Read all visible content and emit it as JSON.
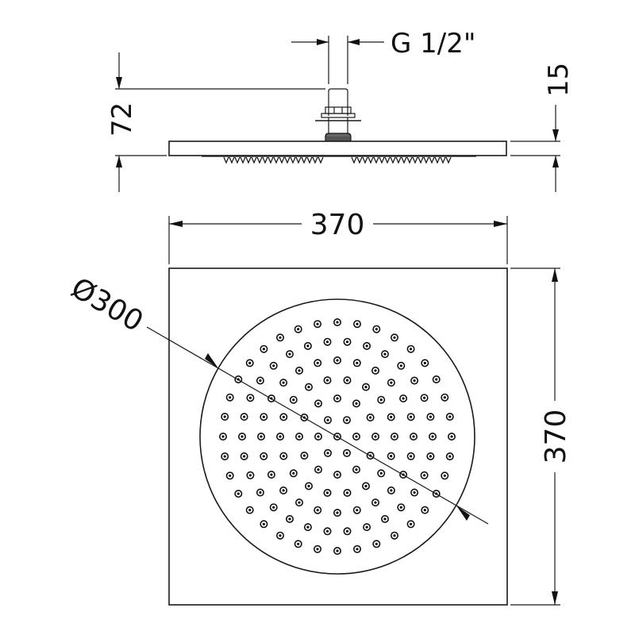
{
  "drawing": {
    "title": "Square shower head technical drawing",
    "units": "mm",
    "colors": {
      "line": "#1a1a1a",
      "background": "#ffffff"
    }
  },
  "side_view": {
    "thread_label": "G 1/2\"",
    "height_total_label": "72",
    "plate_thickness_label": "15"
  },
  "top_view": {
    "width_label": "370",
    "depth_label": "370",
    "diameter_label": "Ø300",
    "nozzle_rings": [
      {
        "radius": 0,
        "count": 1
      },
      {
        "radius": 24,
        "count": 6
      },
      {
        "radius": 48,
        "count": 12
      },
      {
        "radius": 72,
        "count": 18
      },
      {
        "radius": 96,
        "count": 24
      },
      {
        "radius": 120,
        "count": 30
      },
      {
        "radius": 144,
        "count": 36
      }
    ]
  }
}
